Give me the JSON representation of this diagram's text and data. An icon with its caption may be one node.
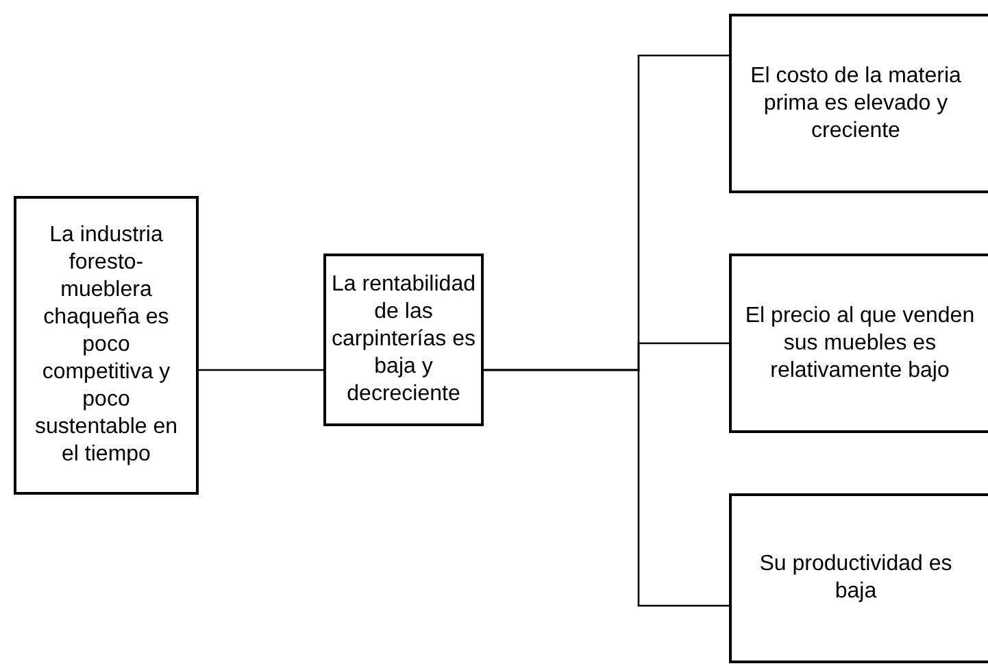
{
  "diagram": {
    "nodes": [
      {
        "text": [
          "La industria foresto-mueblera chaqueña es poco competitiva y poco sustentable en el tiempo"
        ]
      },
      {
        "text": [
          "La rentabilidad de las carpinterías es baja y decreciente"
        ]
      },
      {
        "text": [
          "El costo de la materia prima es elevado y creciente"
        ]
      },
      {
        "text": [
          "El precio al que venden sus muebles es relativamente bajo"
        ]
      },
      {
        "text": [
          "Su productividad es baja"
        ]
      }
    ],
    "edges": [
      {
        "from": 0,
        "to": 1,
        "arrow": "none"
      },
      {
        "from": 1,
        "to": 2,
        "arrow": "none"
      },
      {
        "from": 1,
        "to": 3,
        "arrow": "none"
      },
      {
        "from": 1,
        "to": 4,
        "arrow": "none"
      }
    ]
  }
}
